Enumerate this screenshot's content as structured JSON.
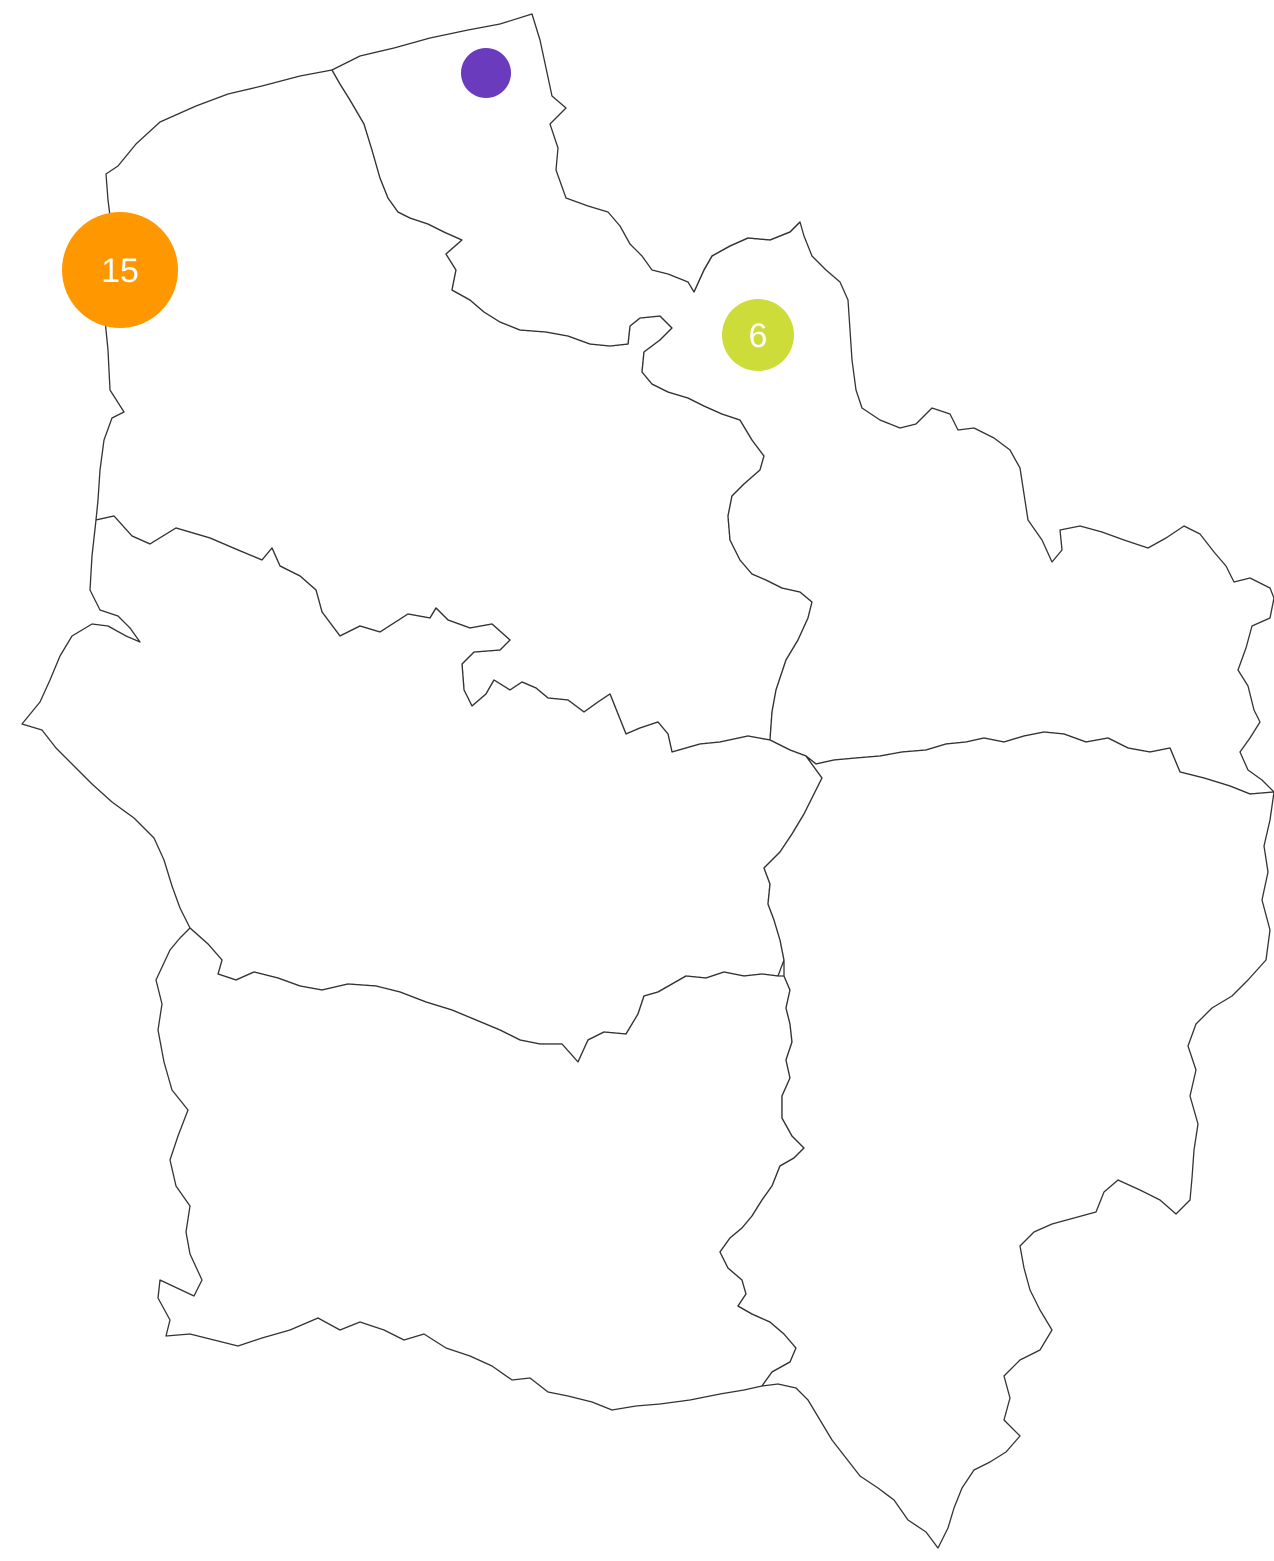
{
  "map": {
    "regions": [
      {
        "name": "region-north-cap"
      },
      {
        "name": "region-northwest"
      },
      {
        "name": "region-northeast"
      },
      {
        "name": "region-center-west"
      },
      {
        "name": "region-southwest"
      },
      {
        "name": "region-southeast"
      }
    ],
    "markers": [
      {
        "name": "cluster-marker-top",
        "label": "",
        "color": "#6a3bbd"
      },
      {
        "name": "cluster-marker-15",
        "label": "15",
        "color": "#ff9700"
      },
      {
        "name": "cluster-marker-6",
        "label": "6",
        "color": "#cddc39"
      }
    ]
  }
}
